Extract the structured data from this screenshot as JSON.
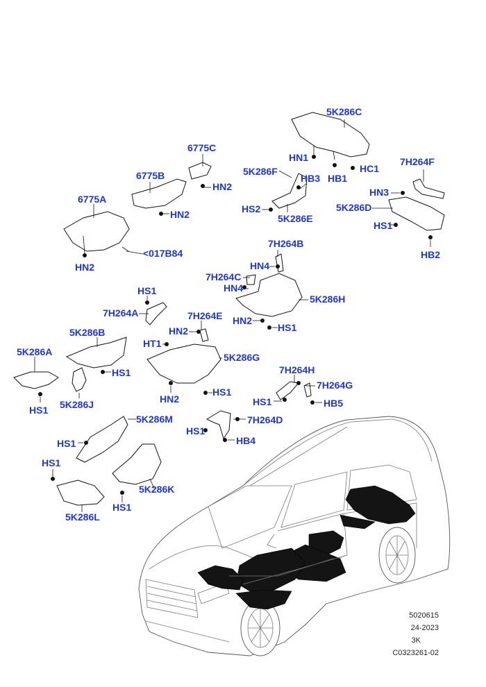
{
  "labels": {
    "5K286C": "5K286C",
    "HN1": "HN1",
    "HC1": "HC1",
    "HB1": "HB1",
    "7H264F": "7H264F",
    "HN3": "HN3",
    "5K286D": "5K286D",
    "HS1_d": "HS1",
    "HB2": "HB2",
    "6775C": "6775C",
    "HN2_c": "HN2",
    "6775B": "6775B",
    "HN2_b": "HN2",
    "6775A": "6775A",
    "HN2_a": "HN2",
    "017B84": "<017B84",
    "5K286F": "5K286F",
    "HB3": "HB3",
    "HS2": "HS2",
    "5K286E": "5K286E",
    "7H264B": "7H264B",
    "HN4_a": "HN4",
    "7H264C": "7H264C",
    "HN4_b": "HN4",
    "5K286H": "5K286H",
    "HN2_h": "HN2",
    "HS1_h": "HS1",
    "HS1_a": "HS1",
    "7H264A": "7H264A",
    "7H264E": "7H264E",
    "HN2_e": "HN2",
    "HT1": "HT1",
    "5K286G": "5K286G",
    "HN2_g": "HN2",
    "HS1_g": "HS1",
    "5K286B": "5K286B",
    "HS1_b": "HS1",
    "5K286A": "5K286A",
    "HS1_5a": "HS1",
    "5K286J": "5K286J",
    "7H264H": "7H264H",
    "7H264G": "7H264G",
    "HS1_7h": "HS1",
    "HB5": "HB5",
    "5K286M": "5K286M",
    "HS1_m": "HS1",
    "7H264D": "7H264D",
    "HS1_7d": "HS1",
    "HB4": "HB4",
    "HS1_l": "HS1",
    "5K286K": "5K286K",
    "HS1_k": "HS1",
    "5K286L": "5K286L"
  },
  "reference": {
    "line1": "5020615",
    "line2": "24-2023",
    "line3": "3K",
    "line4": "C0323261-02"
  },
  "colors": {
    "label": "#1f36d6",
    "line": "#111111",
    "shield_fill": "#141414"
  }
}
